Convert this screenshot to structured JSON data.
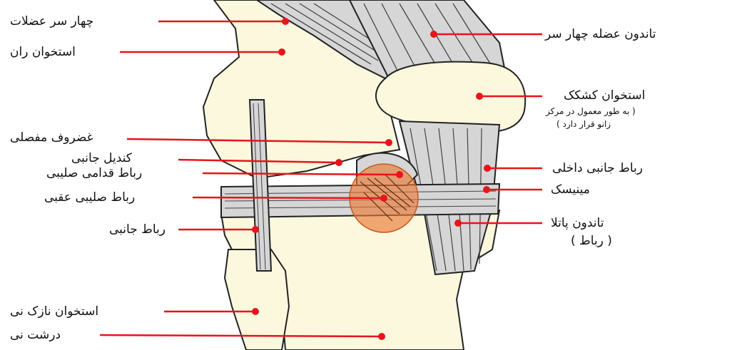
{
  "labels": {
    "quadriceps": "چهار سر عضلات",
    "femur": "استخوان ران",
    "cartilage": "غضروف مفصلی",
    "condyle": "کندیل جانبی",
    "acl": "رباط قدامی صلیبی",
    "pcl": "رباط صلیبی عقبی",
    "lateral_ligament": "رباط جانبی",
    "fibula": "استخوان نازک نی",
    "tibia": "درشت نی",
    "quad_tendon": "تاندون عضله چهار سر",
    "patella": "استخوان کشکک",
    "patella_note_1": "( به طور معمول در مرکز",
    "patella_note_2": "زانو قرار دارد )",
    "medial_ligament": "رباط جانبی داخلی",
    "meniscus": "مینیسک",
    "patellar_tendon": "تاندون پاتلا",
    "patellar_tendon_note": "( رباط )"
  },
  "colors": {
    "pointer": "#e8141c",
    "bone": "#fbf8de",
    "ligament": "#d6d6d6",
    "outline": "#222222",
    "acl_highlight": "#e97a35"
  }
}
